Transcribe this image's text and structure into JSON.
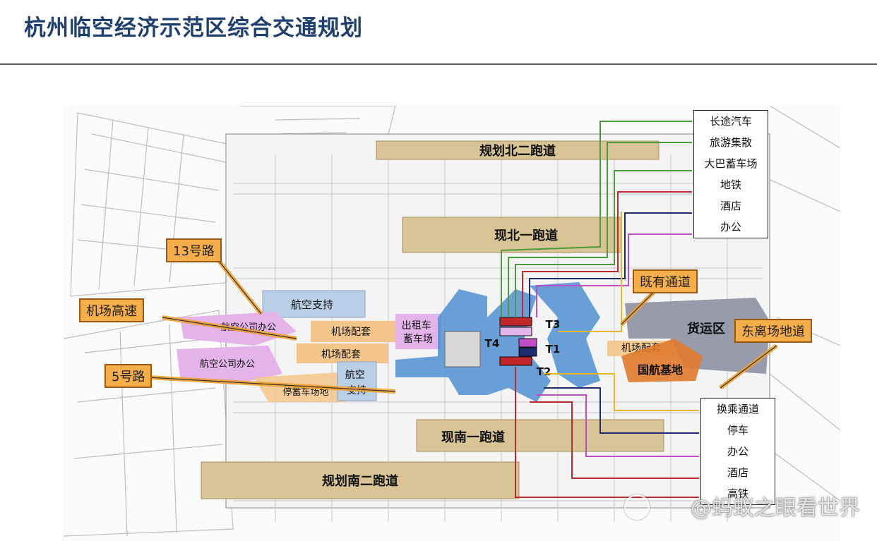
{
  "title": "杭州临空经济示范区综合交通规划",
  "runways": {
    "north2": "规划北二跑道",
    "north1": "现北一跑道",
    "south1": "现南一跑道",
    "south2": "规划南二跑道"
  },
  "zones": {
    "aviation_support_north": "航空支持",
    "airline_office_1": "航空公司办公",
    "airport_facility_1": "机场配套",
    "airport_facility_2": "机场配套",
    "airline_office_2": "航空公司办公",
    "parking_lot": "停蓄车场地",
    "aviation_support_south": "航空\n支持",
    "taxi_pool": "出租车\n蓄车场",
    "airport_facility_east": "机场配套",
    "cargo": "货运区",
    "air_china_base": "国航基地"
  },
  "terminals": [
    "T1",
    "T2",
    "T3",
    "T4"
  ],
  "callouts": {
    "road13": "13号路",
    "airport_expressway": "机场高速",
    "road5": "5号路",
    "existing_channel": "既有通道",
    "east_underpass": "东离场地道"
  },
  "legend_top": [
    "长途汽车",
    "旅游集散",
    "大巴蓄车场",
    "地铁",
    "酒店",
    "办公"
  ],
  "legend_bottom": [
    "换乘通道",
    "停车",
    "办公",
    "酒店",
    "高铁"
  ],
  "watermark": "@蚂蚁之眼看世界",
  "colors": {
    "runway": "#d8c495",
    "zone_purple": "#e3b3ea",
    "zone_blue": "#b9cfe6",
    "zone_orange": "#f3c58a",
    "callout": "#f6ae4a",
    "cargo": "#8d91a3",
    "water_blue": "#4f8fd1",
    "line_green": "#4a9b3d",
    "line_red": "#c0282b",
    "line_navy": "#1d2c6e",
    "line_magenta": "#c24ec7",
    "line_yellow": "#e5b52c"
  }
}
